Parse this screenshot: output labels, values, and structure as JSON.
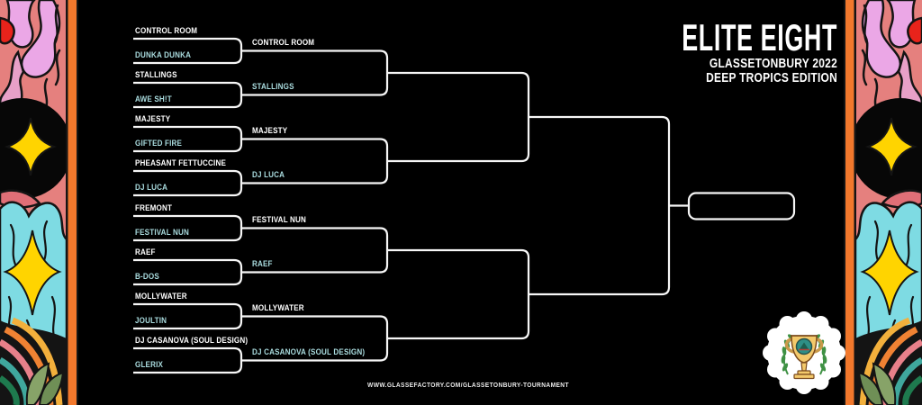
{
  "title": {
    "main": "ELITE EIGHT",
    "subtitle1": "GLASSETONBURY 2022",
    "subtitle2": "DEEP TROPICS EDITION"
  },
  "footer": {
    "url": "WWW.GLASSEFACTORY.COM/GLASSETONBURY-TOURNAMENT"
  },
  "badge": {
    "icons": [
      "laurel-wreath-icon",
      "trophy-icon",
      "crest-emblem-icon"
    ]
  },
  "colors": {
    "background": "#000000",
    "bracket_line": "#f7f7f7",
    "text_primary": "#ffffff",
    "text_secondary": "#a9dbde",
    "accent_orange_stripe": "#f2782c",
    "diamond_yellow": "#ffd400",
    "art_salmon": "#e5807e",
    "art_pink": "#eba7e6",
    "art_teal": "#7edbe3",
    "art_red": "#e8231b"
  },
  "bracket": {
    "round1": [
      {
        "name": "CONTROL ROOM"
      },
      {
        "name": "DUNKA DUNKA"
      },
      {
        "name": "STALLINGS"
      },
      {
        "name": "AWE SH!T"
      },
      {
        "name": "MAJESTY"
      },
      {
        "name": "GIFTED FIRE"
      },
      {
        "name": "PHEASANT FETTUCCINE"
      },
      {
        "name": "DJ LUCA"
      },
      {
        "name": "FREMONT"
      },
      {
        "name": "FESTIVAL NUN"
      },
      {
        "name": "RAEF"
      },
      {
        "name": "B-DOS"
      },
      {
        "name": "MOLLYWATER"
      },
      {
        "name": "JOULTIN"
      },
      {
        "name": "DJ CASANOVA (SOUL DESIGN)"
      },
      {
        "name": "GLERIX"
      }
    ],
    "round2": [
      {
        "name": "CONTROL ROOM"
      },
      {
        "name": "STALLINGS"
      },
      {
        "name": "MAJESTY"
      },
      {
        "name": "DJ LUCA"
      },
      {
        "name": "FESTIVAL NUN"
      },
      {
        "name": "RAEF"
      },
      {
        "name": "MOLLYWATER"
      },
      {
        "name": "DJ CASANOVA (SOUL DESIGN)"
      }
    ]
  }
}
